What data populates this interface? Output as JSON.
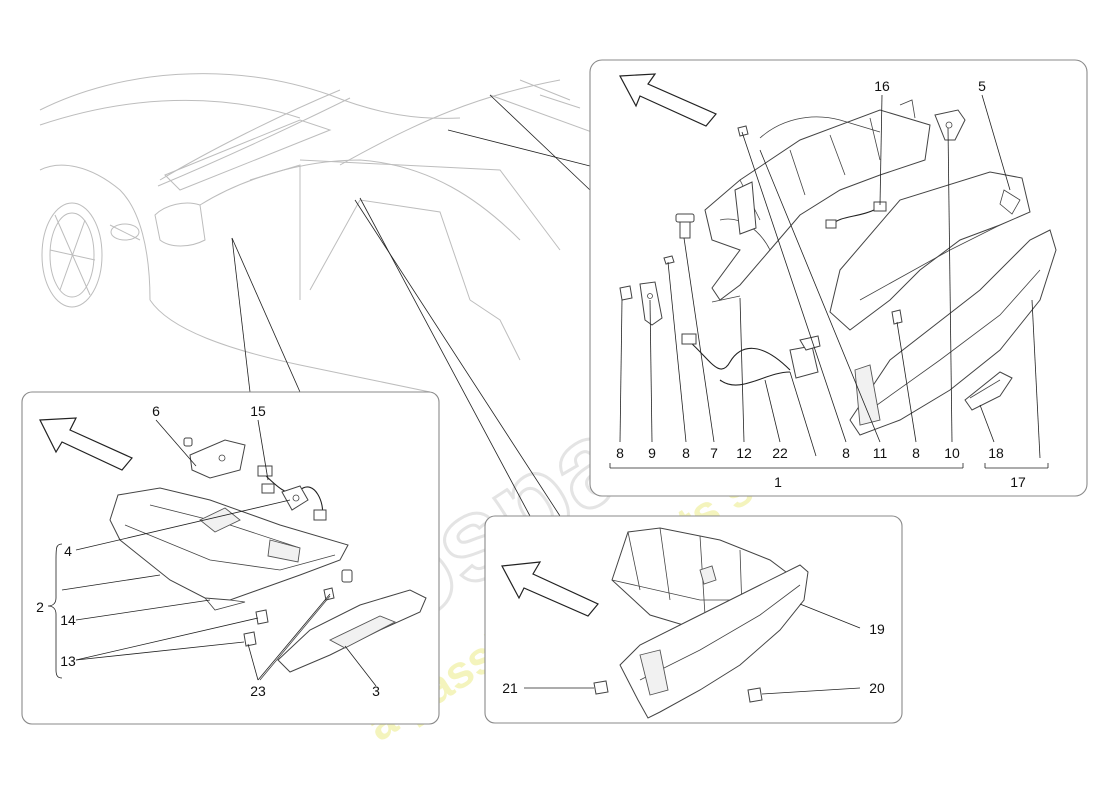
{
  "watermark": {
    "brand": "eurospares",
    "tagline": "a passion for parts since 1985"
  },
  "callouts": {
    "top_panel": [
      "16",
      "5",
      "8",
      "9",
      "8",
      "7",
      "12",
      "22",
      "8",
      "11",
      "8",
      "10",
      "18",
      "1",
      "17"
    ],
    "left_panel": [
      "6",
      "15",
      "4",
      "2",
      "14",
      "13",
      "23",
      "3"
    ],
    "bottom_panel": [
      "19",
      "21",
      "20"
    ]
  }
}
